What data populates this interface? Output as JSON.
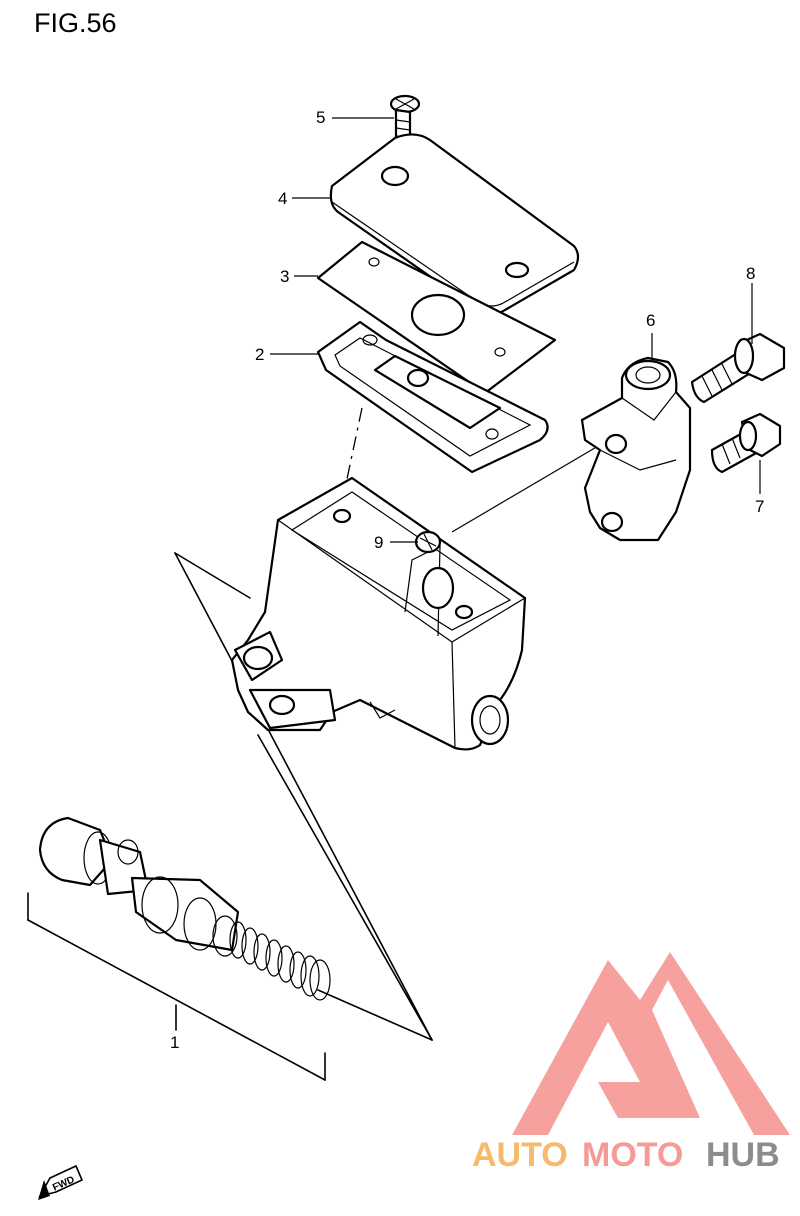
{
  "figure": {
    "title": "FIG.56"
  },
  "callouts": [
    {
      "id": "1",
      "label": "1"
    },
    {
      "id": "2",
      "label": "2"
    },
    {
      "id": "3",
      "label": "3"
    },
    {
      "id": "4",
      "label": "4"
    },
    {
      "id": "5",
      "label": "5"
    },
    {
      "id": "6",
      "label": "6"
    },
    {
      "id": "7",
      "label": "7"
    },
    {
      "id": "8",
      "label": "8"
    },
    {
      "id": "9",
      "label": "9"
    }
  ],
  "fwd_badge": {
    "label": "FWD"
  },
  "watermark": {
    "part1": "AUTO",
    "part2": "MOTO",
    "part3": "HUB",
    "colors": {
      "auto": "#f7b96a",
      "moto": "#f59a95",
      "hub": "#8c8c8c",
      "logo": "#f4908c"
    }
  }
}
